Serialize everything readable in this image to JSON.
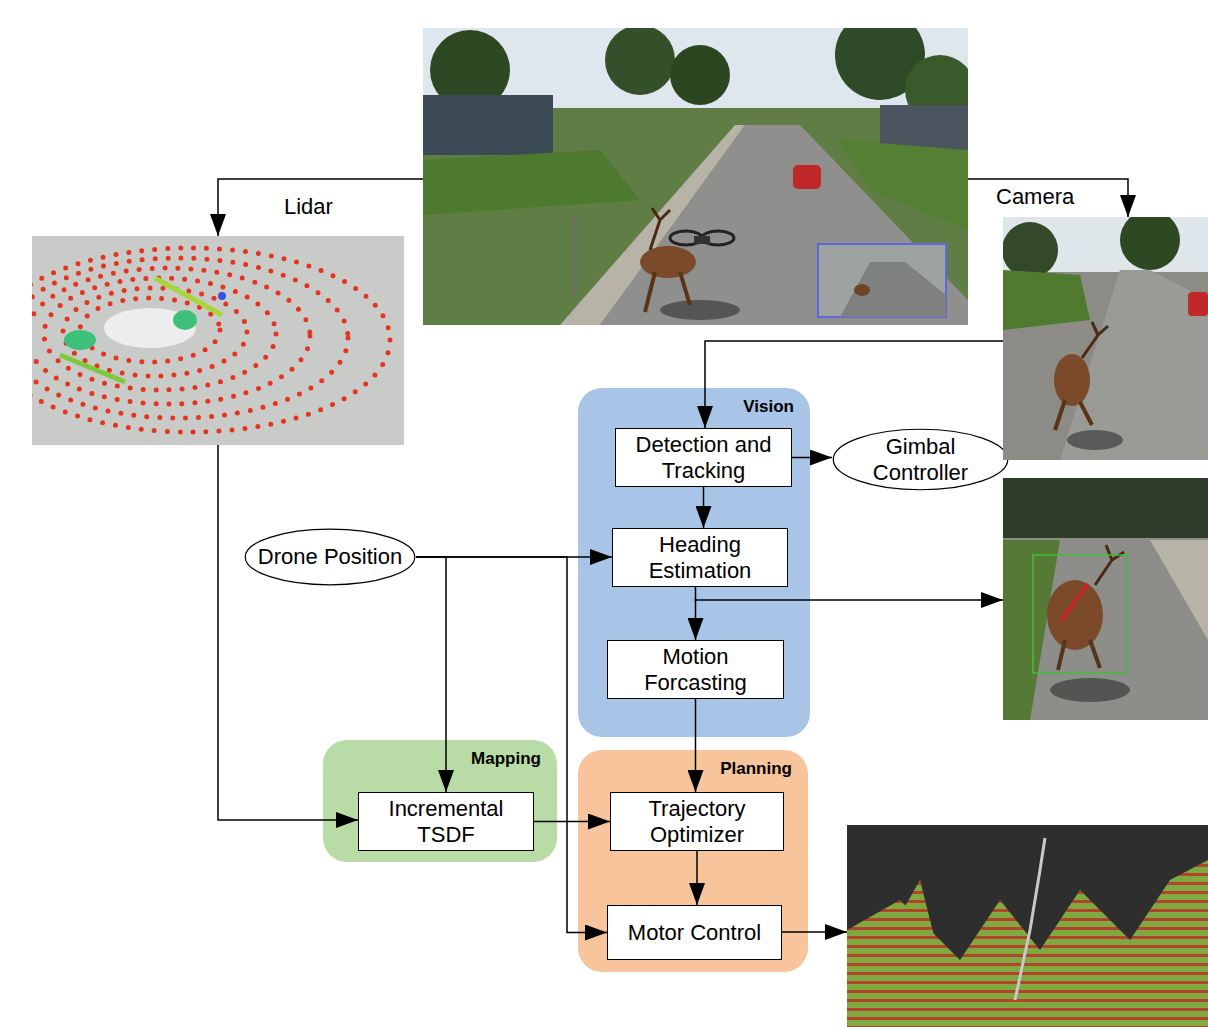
{
  "diagram": {
    "nodes": [
      {
        "text": [
          "Vision"
        ]
      },
      {
        "text": [
          "Detection and Tracking"
        ],
        "in": 0
      },
      {
        "text": [
          "Gimbal Controller"
        ]
      },
      {
        "text": [
          "Drone Position"
        ]
      },
      {
        "text": [
          "Heading Estimation"
        ],
        "in": 0
      },
      {
        "text": [
          "Motion Forcasting"
        ],
        "in": 0
      },
      {
        "text": [
          "Mapping"
        ]
      },
      {
        "text": [
          "Incremental TSDF"
        ],
        "in": 6
      },
      {
        "text": [
          "Planning"
        ]
      },
      {
        "text": [
          "Trajectory Optimizer"
        ],
        "in": 8
      },
      {
        "text": [
          "Motor Control"
        ],
        "in": 8
      }
    ],
    "edges": [
      {
        "from": 1,
        "to": 2,
        "arrow": "to"
      },
      {
        "from": 1,
        "to": 4,
        "arrow": "to"
      },
      {
        "from": 3,
        "to": 4,
        "arrow": "to"
      },
      {
        "from": 3,
        "to": 7,
        "arrow": "to"
      },
      {
        "from": 3,
        "to": 10,
        "arrow": "to"
      },
      {
        "from": 4,
        "to": 5,
        "arrow": "to"
      },
      {
        "from": 5,
        "to": 9,
        "arrow": "to"
      },
      {
        "from": 7,
        "to": 9,
        "arrow": "to"
      },
      {
        "from": 9,
        "to": 10,
        "arrow": "to"
      }
    ],
    "labels": [
      "Lidar",
      "Camera"
    ]
  }
}
